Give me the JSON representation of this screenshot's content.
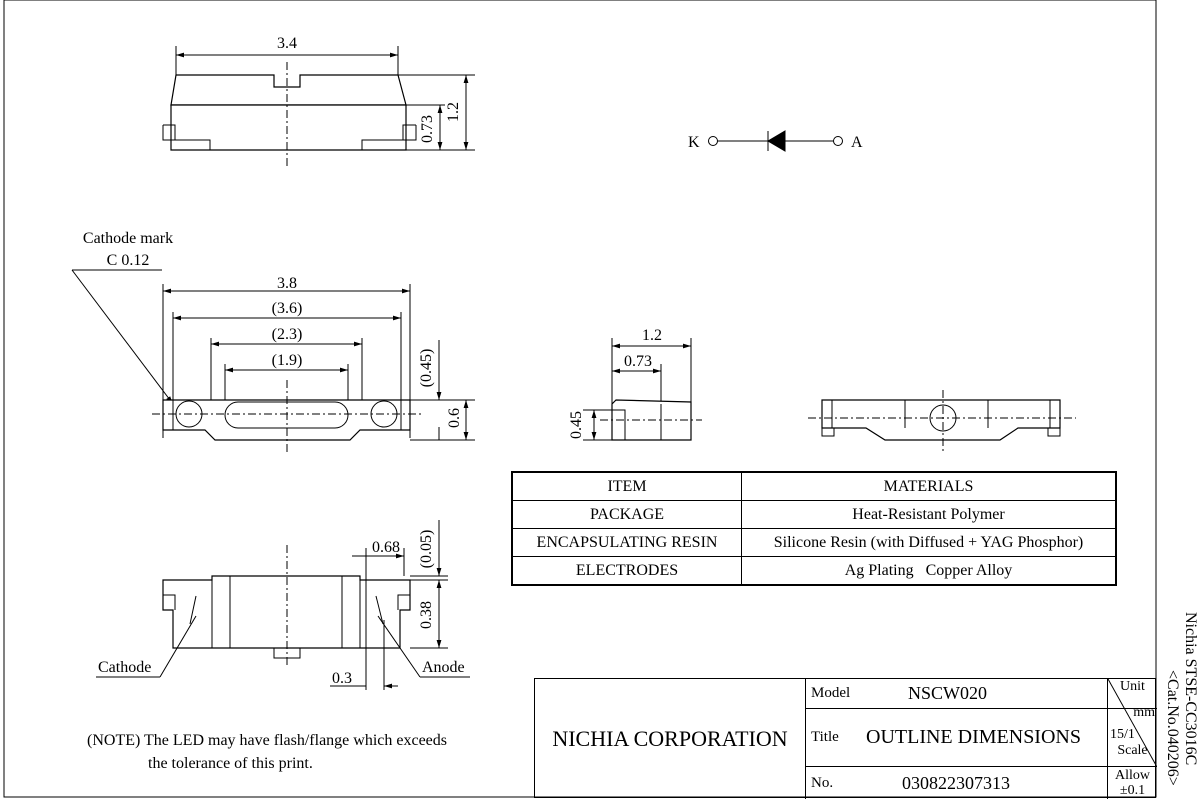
{
  "views": {
    "top": {
      "dim_width": "3.4",
      "dim_h1": "0.73",
      "dim_h2": "1.2"
    },
    "front": {
      "cathode_mark": "Cathode mark",
      "cathode_mark_value": "C 0.12",
      "dim_38": "3.8",
      "dim_36": "(3.6)",
      "dim_23": "(2.3)",
      "dim_19": "(1.9)",
      "dim_045": "(0.45)",
      "dim_06": "0.6"
    },
    "side": {
      "dim_12": "1.2",
      "dim_073": "0.73",
      "dim_045": "0.45"
    },
    "bottom": {
      "dim_068": "0.68",
      "dim_005": "(0.05)",
      "dim_038": "0.38",
      "dim_03": "0.3",
      "cathode_label": "Cathode",
      "anode_label": "Anode"
    }
  },
  "diode_symbol": {
    "k_label": "K",
    "a_label": "A"
  },
  "materials_table": {
    "headers": [
      "ITEM",
      "MATERIALS"
    ],
    "rows": [
      [
        "PACKAGE",
        "Heat-Resistant Polymer"
      ],
      [
        "ENCAPSULATING RESIN",
        "Silicone Resin (with Diffused + YAG Phosphor)"
      ],
      [
        "ELECTRODES",
        "Ag Plating   Copper Alloy"
      ]
    ]
  },
  "note": {
    "line1": "(NOTE) The LED may have flash/flange which exceeds",
    "line2": "the tolerance of this print."
  },
  "title_block": {
    "company": "NICHIA CORPORATION",
    "model_label": "Model",
    "model_value": "NSCW020",
    "title_label": "Title",
    "title_value": "OUTLINE DIMENSIONS",
    "no_label": "No.",
    "no_value": "030822307313",
    "unit_label": "Unit",
    "unit_value": "mm",
    "scale_value": "15/1",
    "scale_label": "Scale",
    "allow_label": "Allow",
    "allow_value": "±0.1"
  },
  "side_text": {
    "line1": "Nichia   STSE-CC3016C",
    "line2": "<Cat.No.040206>"
  }
}
